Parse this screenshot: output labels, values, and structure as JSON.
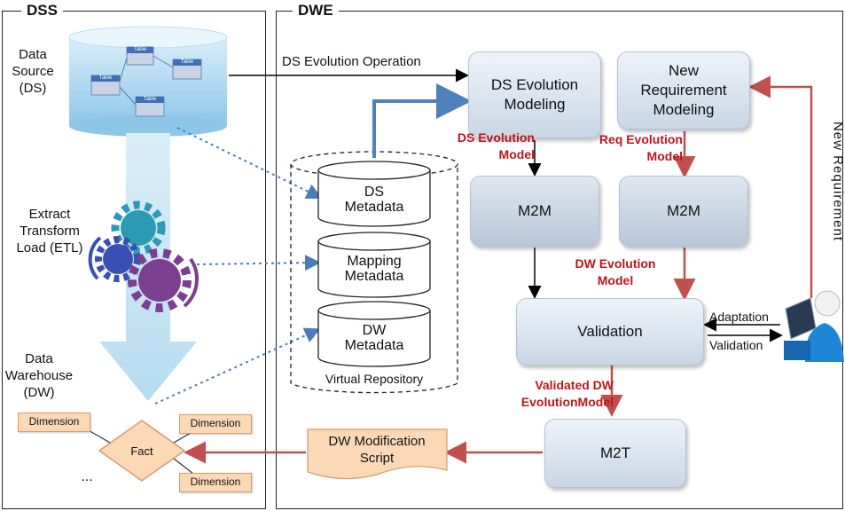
{
  "panels": {
    "dss_title": "DSS",
    "dwe_title": "DWE"
  },
  "dss": {
    "data_source": [
      "Data",
      "Source",
      "(DS)"
    ],
    "table_labels": [
      "Table",
      "Table",
      "Table",
      "Table"
    ],
    "etl": [
      "Extract",
      "Transform",
      "Load (ETL)"
    ],
    "warehouse": [
      "Data",
      "Warehouse",
      "(DW)"
    ],
    "dimensions": [
      "Dimension",
      "Dimension",
      "Dimension"
    ],
    "fact": "Fact",
    "ellipsis": "..."
  },
  "dwe": {
    "ds_op_label": "DS Evolution Operation",
    "ds_evolution_modeling": [
      "DS Evolution",
      "Modeling"
    ],
    "new_requirement_modeling": [
      "New",
      "Requirement",
      "Modeling"
    ],
    "ds_evolution_model": [
      "DS Evolution",
      "Model"
    ],
    "req_evolution_model": [
      "Req Evolution",
      "Model"
    ],
    "m2m_left": "M2M",
    "m2m_right": "M2M",
    "dw_evolution_model": [
      "DW Evolution",
      "Model"
    ],
    "validation": "Validation",
    "validated_model": [
      "Validated DW",
      "EvolutionModel"
    ],
    "m2t": "M2T",
    "script": [
      "DW Modification",
      "Script"
    ],
    "repository": {
      "ds_metadata": [
        "DS",
        "Metadata"
      ],
      "mapping_metadata": [
        "Mapping",
        "Metadata"
      ],
      "dw_metadata": [
        "DW",
        "Metadata"
      ],
      "label": "Virtual Repository"
    },
    "adaptation": "Adaptation",
    "validation_side": "Validation",
    "new_requirement_vertical": "New Requirement"
  },
  "colors": {
    "red_arrow": "#c0504d",
    "blue_arrow": "#4f81bd",
    "dotted": "#4a7ebb",
    "red_text": "#c0141c"
  }
}
